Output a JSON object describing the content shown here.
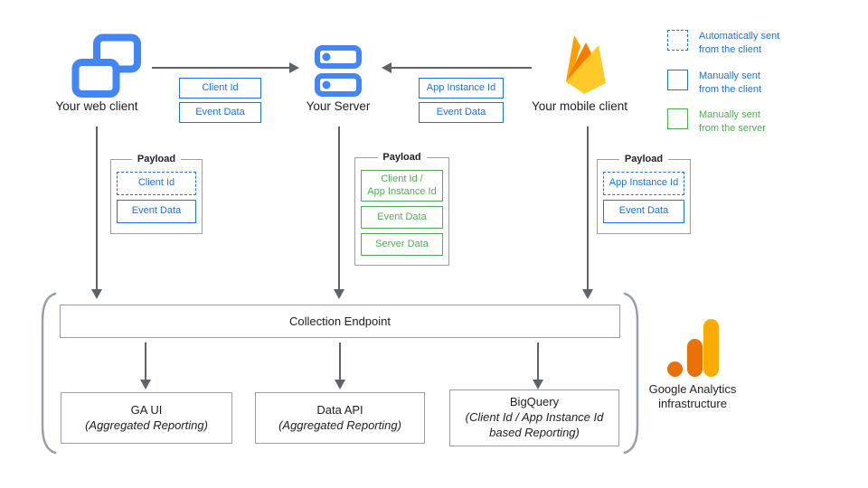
{
  "nodes": {
    "web_client": {
      "label": "Your web client",
      "icon": "web-client-icon"
    },
    "server": {
      "label": "Your Server",
      "icon": "server-icon"
    },
    "mobile_client": {
      "label": "Your mobile client",
      "icon": "firebase-icon"
    }
  },
  "flows": {
    "web_to_server": {
      "direction": "right",
      "chips": [
        {
          "label": "Client Id",
          "style": "solid-blue"
        },
        {
          "label": "Event Data",
          "style": "solid-blue"
        }
      ]
    },
    "mobile_to_server": {
      "direction": "left",
      "chips": [
        {
          "label": "App Instance Id",
          "style": "solid-blue"
        },
        {
          "label": "Event Data",
          "style": "solid-blue"
        }
      ]
    }
  },
  "legend": [
    {
      "label": "Automatically sent\nfrom the client",
      "style": "dashed-blue"
    },
    {
      "label": "Manually sent\nfrom the client",
      "style": "solid-blue"
    },
    {
      "label": "Manually sent\nfrom the server",
      "style": "solid-green"
    }
  ],
  "payloads": {
    "web": {
      "title": "Payload",
      "items": [
        {
          "label": "Client Id",
          "style": "dashed-blue"
        },
        {
          "label": "Event Data",
          "style": "solid-blue"
        }
      ]
    },
    "server": {
      "title": "Payload",
      "items": [
        {
          "label": "Client Id /\nApp Instance Id",
          "style": "solid-green"
        },
        {
          "label": "Event Data",
          "style": "solid-green"
        },
        {
          "label": "Server Data",
          "style": "solid-green"
        }
      ]
    },
    "mobile": {
      "title": "Payload",
      "items": [
        {
          "label": "App Instance Id",
          "style": "dashed-blue"
        },
        {
          "label": "Event Data",
          "style": "solid-blue"
        }
      ]
    }
  },
  "infrastructure": {
    "endpoint_label": "Collection Endpoint",
    "outputs": [
      {
        "title": "GA UI",
        "subtitle": "(Aggregated Reporting)"
      },
      {
        "title": "Data API",
        "subtitle": "(Aggregated Reporting)"
      },
      {
        "title": "BigQuery",
        "subtitle": "(Client Id / App Instance Id\nbased Reporting)"
      }
    ],
    "caption": "Google Analytics\ninfrastructure"
  },
  "colors": {
    "icon_blue": "#4285f4",
    "accent_blue": "#1a73e8",
    "accent_green": "#4caf50",
    "arrow_gray": "#5f6368",
    "border_gray": "#9e9e9e",
    "firebase_orange": "#ffa000",
    "firebase_deep_orange": "#f57c00",
    "firebase_yellow": "#ffca28",
    "ga_orange": "#e8710a",
    "ga_amber": "#f9ab00"
  }
}
